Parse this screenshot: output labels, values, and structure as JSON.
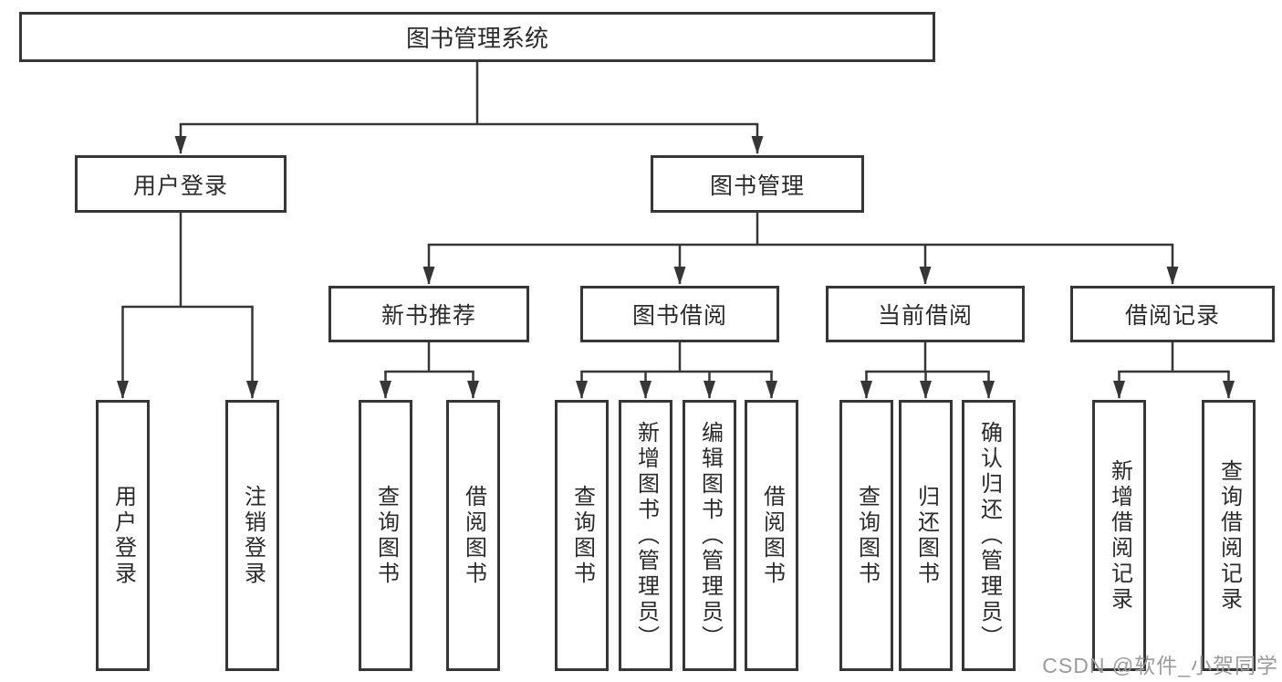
{
  "diagram": {
    "root": {
      "label": "图书管理系统"
    },
    "level2": [
      {
        "label": "用户登录"
      },
      {
        "label": "图书管理"
      }
    ],
    "level3": [
      {
        "label": "新书推荐"
      },
      {
        "label": "图书借阅"
      },
      {
        "label": "当前借阅"
      },
      {
        "label": "借阅记录"
      }
    ],
    "leaves": [
      {
        "label": "用户登录"
      },
      {
        "label": "注销登录"
      },
      {
        "label": "查询图书"
      },
      {
        "label": "借阅图书"
      },
      {
        "label": "查询图书"
      },
      {
        "label": "新增图书（管理员）"
      },
      {
        "label": "编辑图书（管理员）"
      },
      {
        "label": "借阅图书"
      },
      {
        "label": "查询图书"
      },
      {
        "label": "归还图书"
      },
      {
        "label": "确认归还（管理员）"
      },
      {
        "label": "新增借阅记录"
      },
      {
        "label": "查询借阅记录"
      }
    ]
  },
  "watermark": "CSDN @软件_小贺同学",
  "colors": {
    "line": "#363636",
    "text": "#2b2b2b",
    "box_bg": "#ffffff",
    "watermark_text": "#9b9b9b"
  }
}
